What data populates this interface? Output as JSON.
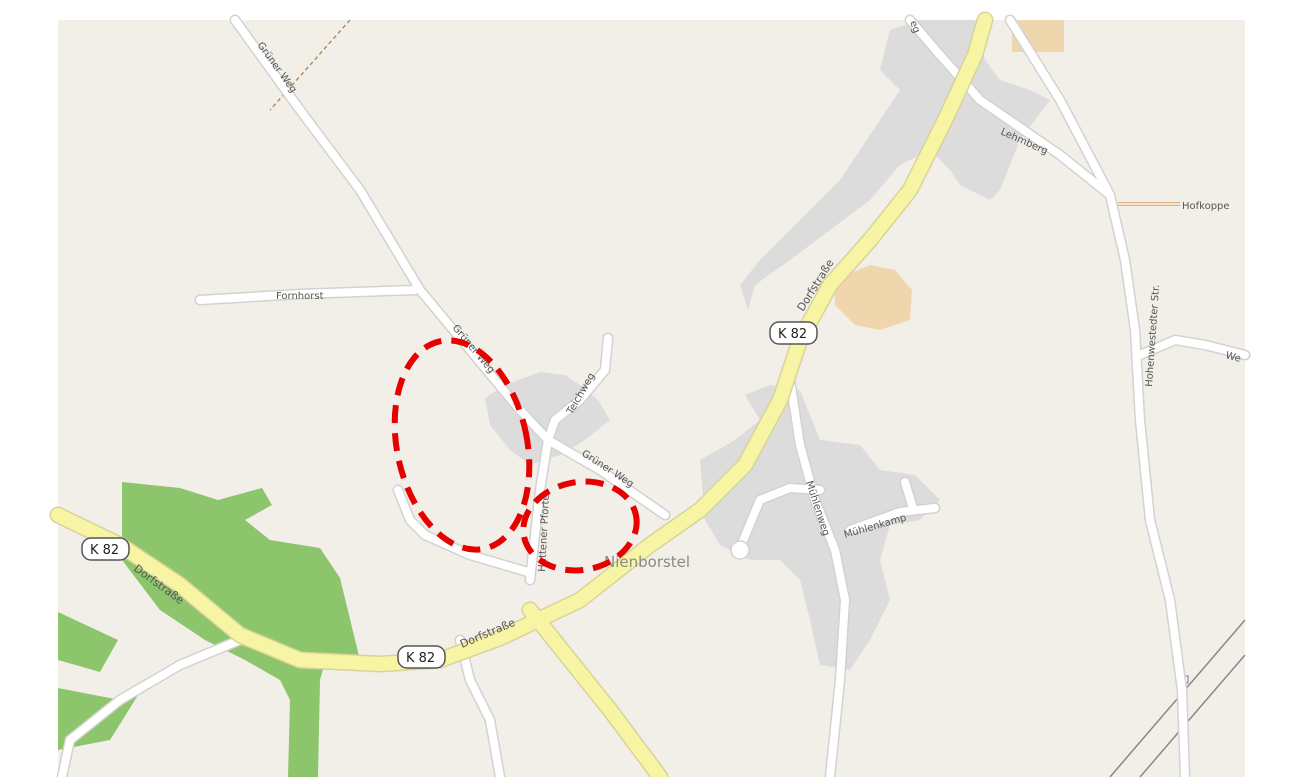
{
  "map": {
    "place_name": "Nienborstel",
    "colors": {
      "land": "#f2efe9",
      "forest": "#8dc56c",
      "residential": "#dcdcdc",
      "farmyard": "#f0d6ad",
      "major_road": "#f7f4a4",
      "minor_road": "#ffffff",
      "annotation": "#e60000"
    },
    "roads": {
      "gruener_weg_north": "Grüner Weg",
      "gruener_weg_mid": "Grüner Weg",
      "gruener_weg_south": "Grüner Weg",
      "fornhorst": "Fornhorst",
      "teichweg": "Teichweg",
      "huttener_pforte": "Huttener Pforte",
      "dorfstrasse_east": "Dorfstraße",
      "dorfstrasse_south": "Dorfstraße",
      "dorfstrasse_west": "Dorfstraße",
      "muehlenweg": "Mühlenweg",
      "muehlenkamp": "Mühlenkamp",
      "lehmberg": "Lehmberg",
      "hohenwestedter_str": "Hohenwestedter Str.",
      "hofkoppel": "Hofkoppe",
      "we_partial": "We",
      "top_partial": "eg"
    },
    "shields": {
      "k82_north": "K 82",
      "k82_west": "K 82",
      "k82_south": "K 82"
    }
  }
}
